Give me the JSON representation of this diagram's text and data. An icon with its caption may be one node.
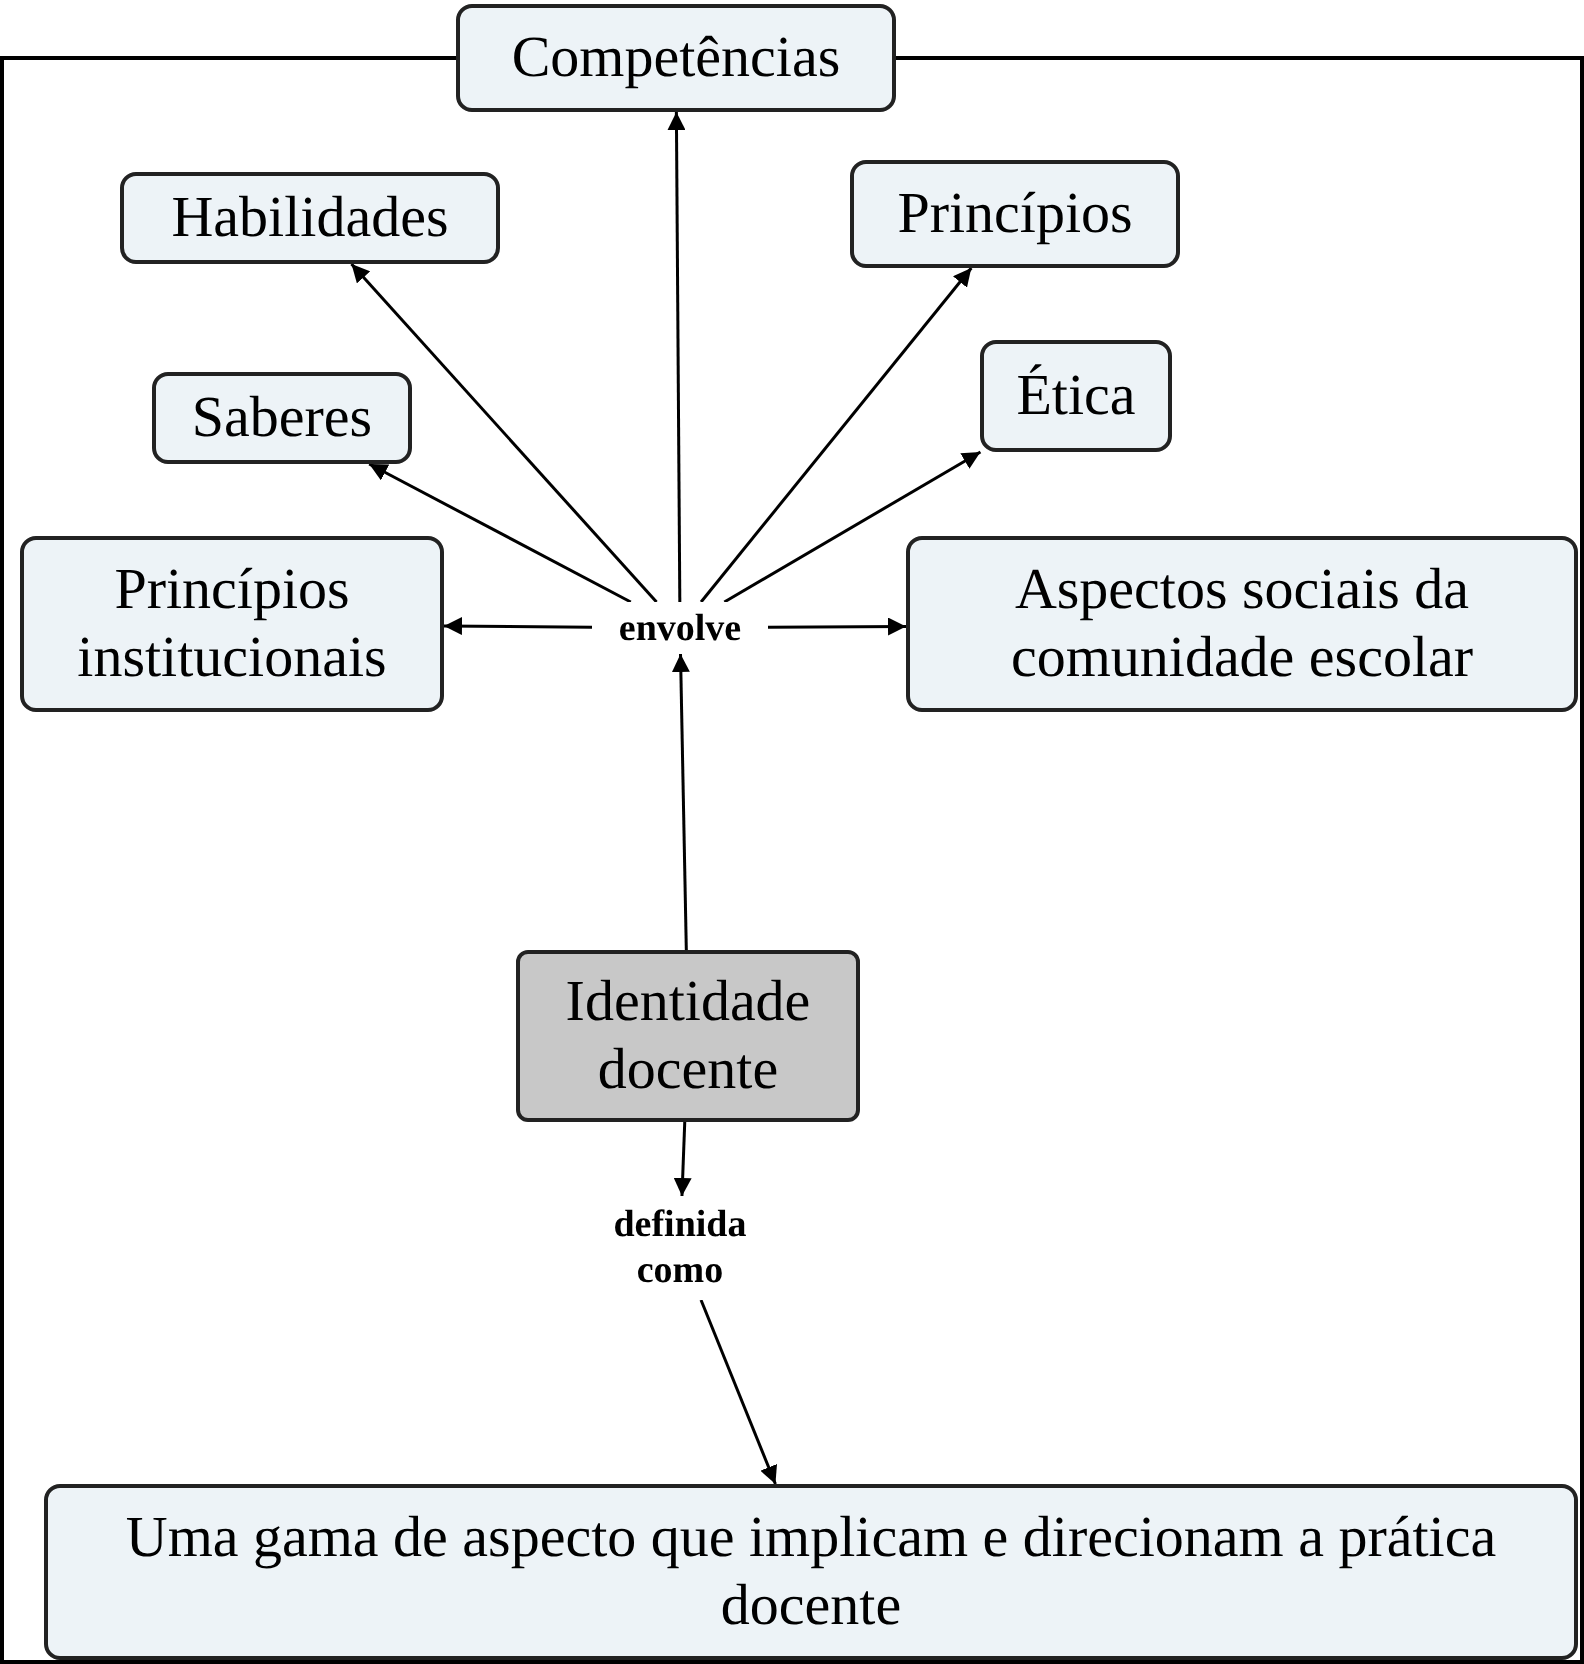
{
  "diagram": {
    "nodes": [
      {
        "text": [
          "Competências"
        ]
      },
      {
        "text": [
          "Habilidades"
        ]
      },
      {
        "text": [
          "Princípios"
        ]
      },
      {
        "text": [
          "Saberes"
        ]
      },
      {
        "text": [
          "Ética"
        ]
      },
      {
        "text": [
          "Princípios institucionais"
        ]
      },
      {
        "text": [
          "envolve"
        ]
      },
      {
        "text": [
          "Aspectos sociais da comunidade escolar"
        ]
      },
      {
        "text": [
          "Identidade docente"
        ]
      },
      {
        "text": [
          "definida como"
        ]
      },
      {
        "text": [
          "Uma gama de aspecto que implicam e direcionam a prática docente"
        ]
      }
    ],
    "edges": [
      {
        "from": 8,
        "to": 6,
        "arrow": "to"
      },
      {
        "from": 6,
        "to": 0,
        "arrow": "to"
      },
      {
        "from": 6,
        "to": 1,
        "arrow": "to"
      },
      {
        "from": 6,
        "to": 2,
        "arrow": "to"
      },
      {
        "from": 6,
        "to": 3,
        "arrow": "to"
      },
      {
        "from": 6,
        "to": 4,
        "arrow": "to"
      },
      {
        "from": 6,
        "to": 5,
        "arrow": "to"
      },
      {
        "from": 6,
        "to": 7,
        "arrow": "to"
      },
      {
        "from": 8,
        "to": 9,
        "arrow": "to"
      },
      {
        "from": 9,
        "to": 10,
        "arrow": "to"
      }
    ]
  }
}
